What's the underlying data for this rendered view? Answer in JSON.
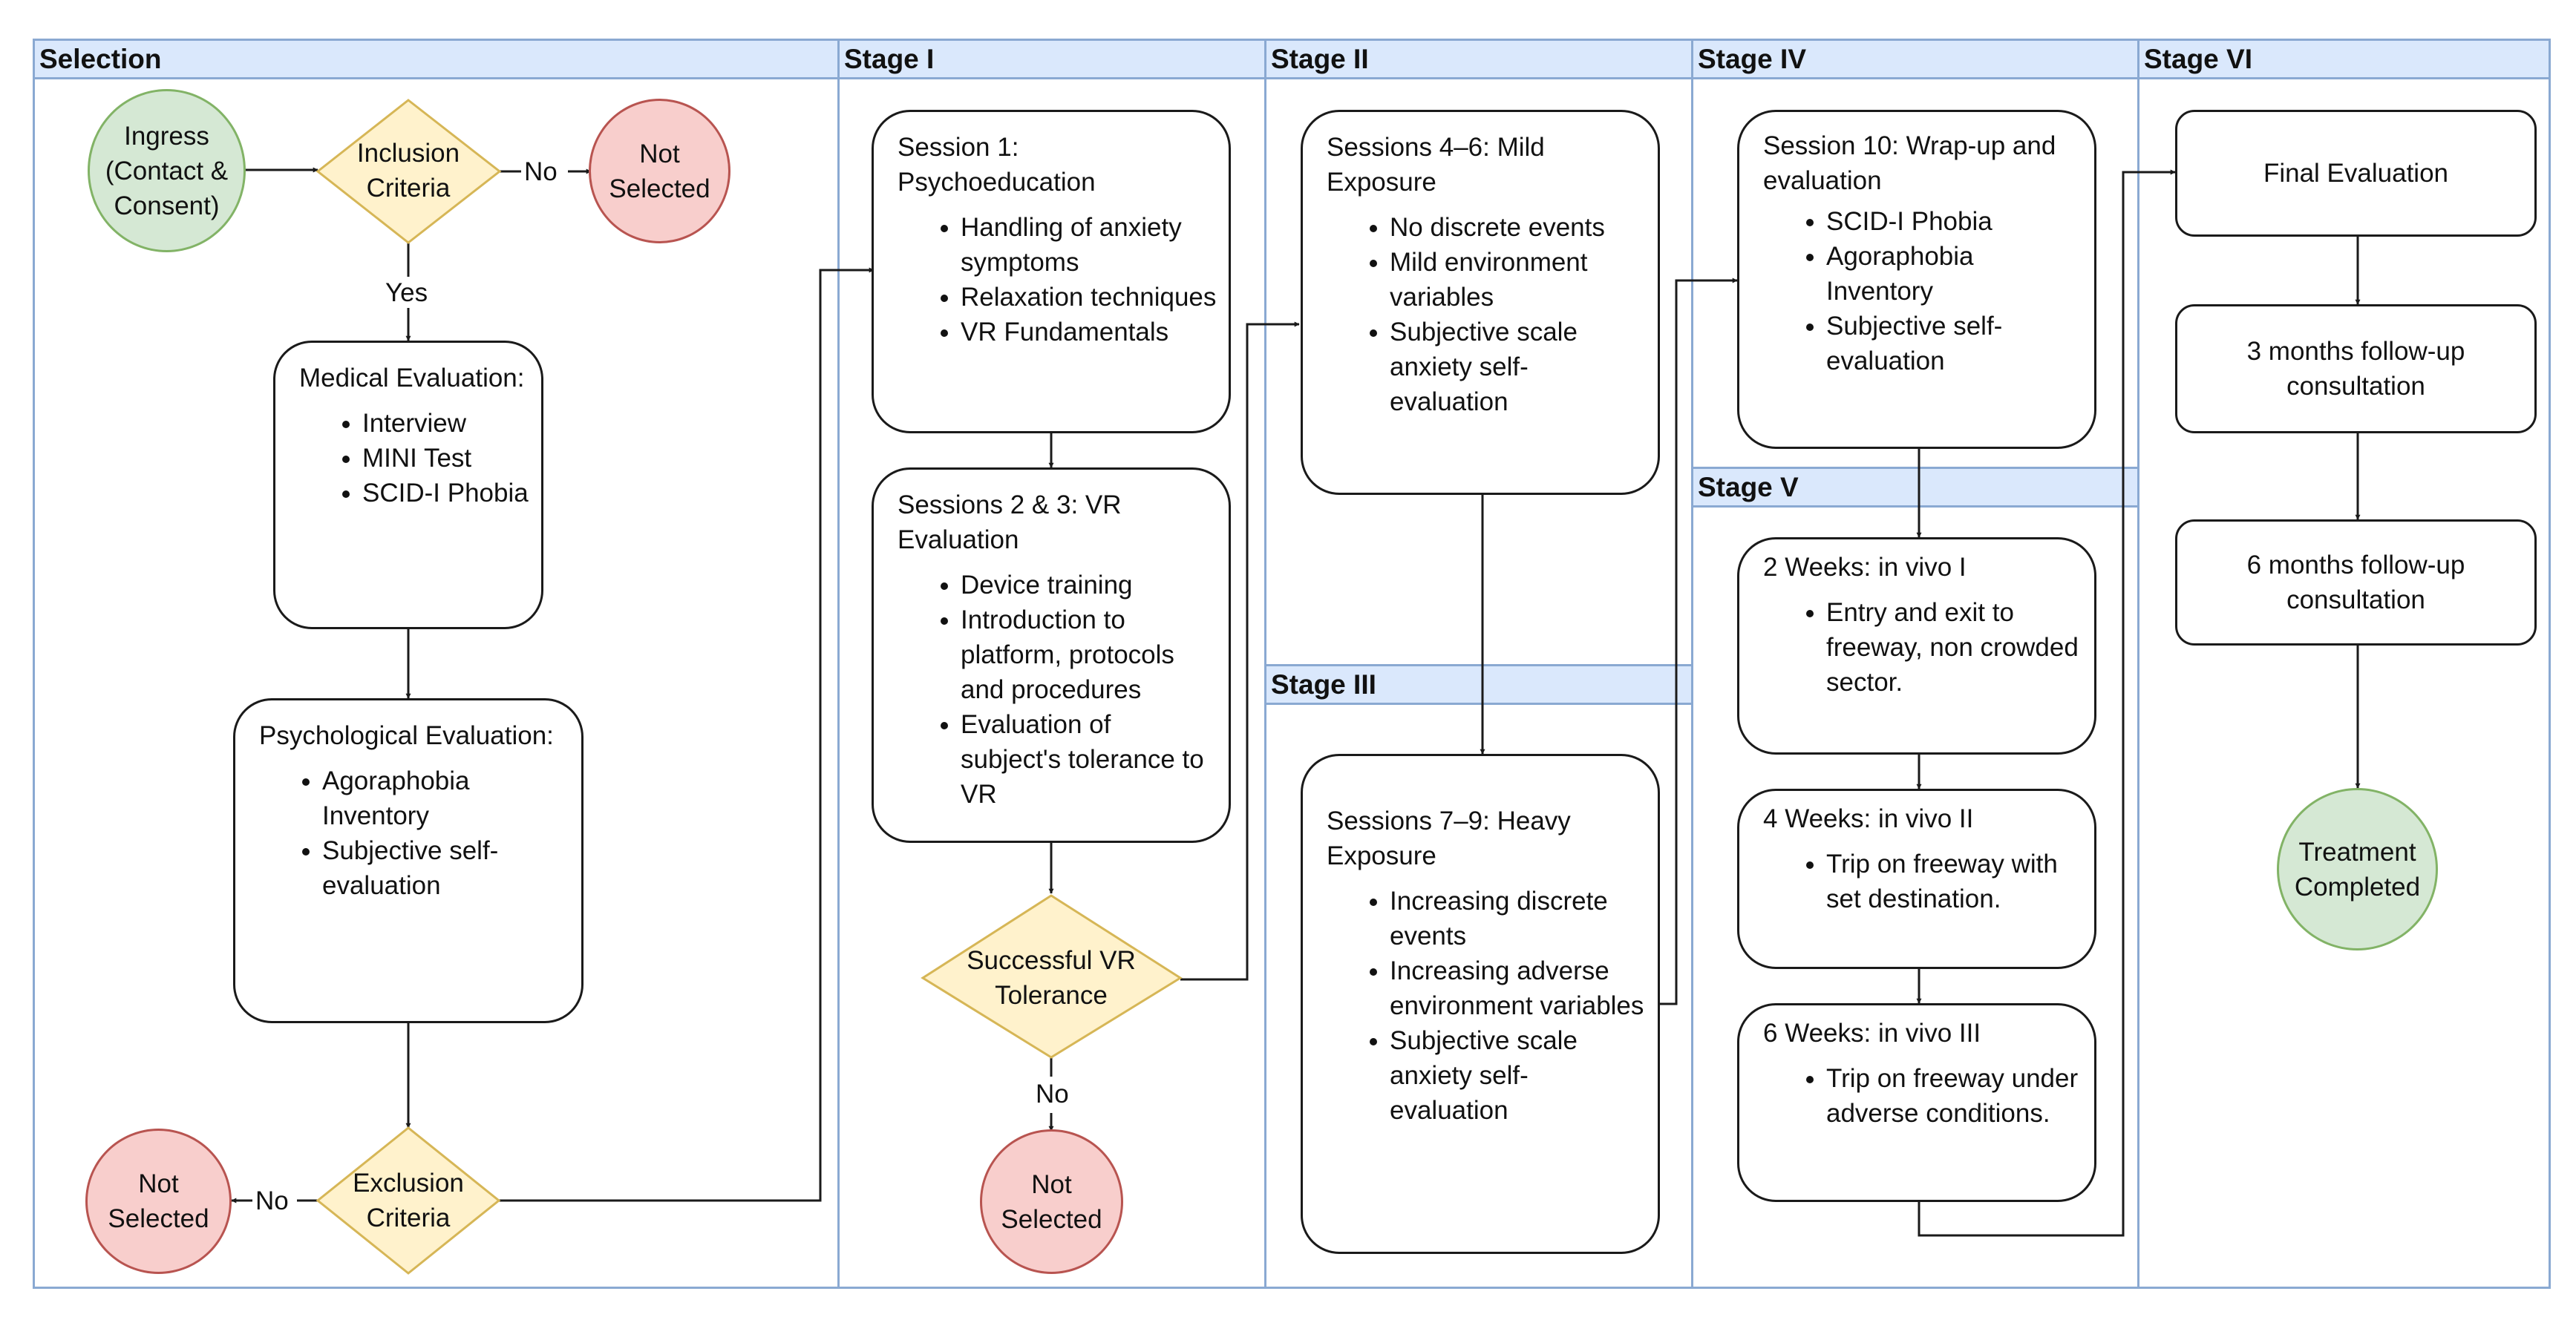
{
  "lanes": {
    "selection": "Selection",
    "stage1": "Stage I",
    "stage2": "Stage II",
    "stage3": "Stage III",
    "stage4": "Stage IV",
    "stage5": "Stage V",
    "stage6": "Stage VI"
  },
  "nodes": {
    "ingress": "Ingress (Contact & Consent)",
    "inclusion": "Inclusion Criteria",
    "not_selected": "Not Selected",
    "medical": {
      "title": "Medical Evaluation:",
      "items": [
        "Interview",
        "MINI Test",
        "SCID-I Phobia"
      ]
    },
    "psychological": {
      "title": "Psychological Evaluation:",
      "items": [
        "Agoraphobia Inventory",
        "Subjective self-evaluation"
      ]
    },
    "exclusion": "Exclusion Criteria",
    "session1": {
      "title": "Session 1: Psychoeducation",
      "items": [
        "Handling of anxiety symptoms",
        "Relaxation techniques",
        "VR Fundamentals"
      ]
    },
    "sessions23": {
      "title": "Sessions 2 & 3: VR Evaluation",
      "items": [
        "Device training",
        "Introduction to platform, protocols and procedures",
        "Evaluation of subject's tolerance to VR"
      ]
    },
    "vr_tolerance": "Successful VR Tolerance",
    "sessions46": {
      "title": "Sessions 4–6: Mild Exposure",
      "items": [
        "No discrete events",
        "Mild environment variables",
        "Subjective scale anxiety self-evaluation"
      ]
    },
    "sessions79": {
      "title": "Sessions 7–9: Heavy Exposure",
      "items": [
        "Increasing discrete events",
        "Increasing adverse environment variables",
        "Subjective scale anxiety self-evaluation"
      ]
    },
    "session10": {
      "title": "Session 10: Wrap-up and evaluation",
      "items": [
        "SCID-I Phobia",
        "Agoraphobia Inventory",
        "Subjective self-evaluation"
      ]
    },
    "week2": {
      "title": "2 Weeks: in vivo I",
      "items": [
        "Entry and exit to freeway, non crowded sector."
      ]
    },
    "week4": {
      "title": "4 Weeks: in vivo II",
      "items": [
        "Trip on freeway with set destination."
      ]
    },
    "week6": {
      "title": "6 Weeks: in vivo III",
      "items": [
        "Trip on freeway under adverse conditions."
      ]
    },
    "final_eval": "Final Evaluation",
    "followup3": "3 months follow-up consultation",
    "followup6": "6 months follow-up consultation",
    "completed": "Treatment Completed"
  },
  "edge_labels": {
    "yes": "Yes",
    "no": "No"
  },
  "colors": {
    "lane_header_fill": "#dae8fc",
    "lane_border": "#8aa9d2",
    "start_fill": "#d5e8d4",
    "start_border": "#82b366",
    "reject_fill": "#f8cecc",
    "reject_border": "#b85450",
    "decision_fill": "#fff2cc",
    "decision_border": "#d6b656"
  }
}
